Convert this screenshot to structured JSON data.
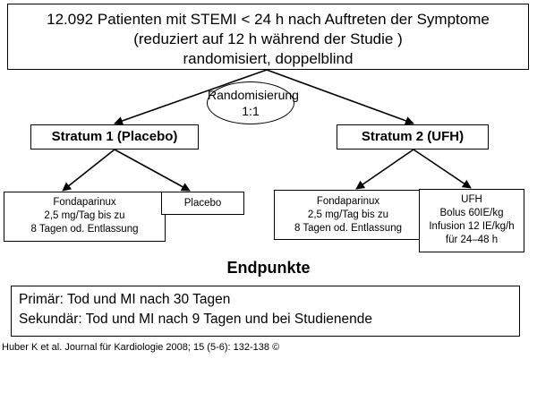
{
  "top_box": {
    "lines": [
      "12.092 Patienten mit STEMI < 24 h nach Auftreten der Symptome",
      "(reduziert auf 12 h während der Studie )",
      "randomisiert, doppelblind"
    ]
  },
  "randomization": {
    "line1": "Randomisierung",
    "line2": "1:1"
  },
  "stratum1": {
    "label": "Stratum 1 (Placebo)",
    "fondaparinux": [
      "Fondaparinux",
      "2,5 mg/Tag bis zu",
      "8 Tagen od. Entlassung"
    ],
    "placebo": "Placebo"
  },
  "stratum2": {
    "label": "Stratum 2 (UFH)",
    "fondaparinux": [
      "Fondaparinux",
      "2,5 mg/Tag bis zu",
      "8 Tagen od. Entlassung"
    ],
    "ufh": [
      "UFH",
      "Bolus 60IE/kg",
      "Infusion 12 IE/kg/h",
      "für 24–48 h"
    ]
  },
  "endpoints": {
    "title": "Endpunkte",
    "primary": "Primär: Tod und MI nach 30 Tagen",
    "secondary": "Sekundär: Tod und MI nach 9 Tagen und bei Studienende"
  },
  "citation": "Huber K et al. Journal für Kardiologie 2008; 15 (5-6): 132-138 ©"
}
